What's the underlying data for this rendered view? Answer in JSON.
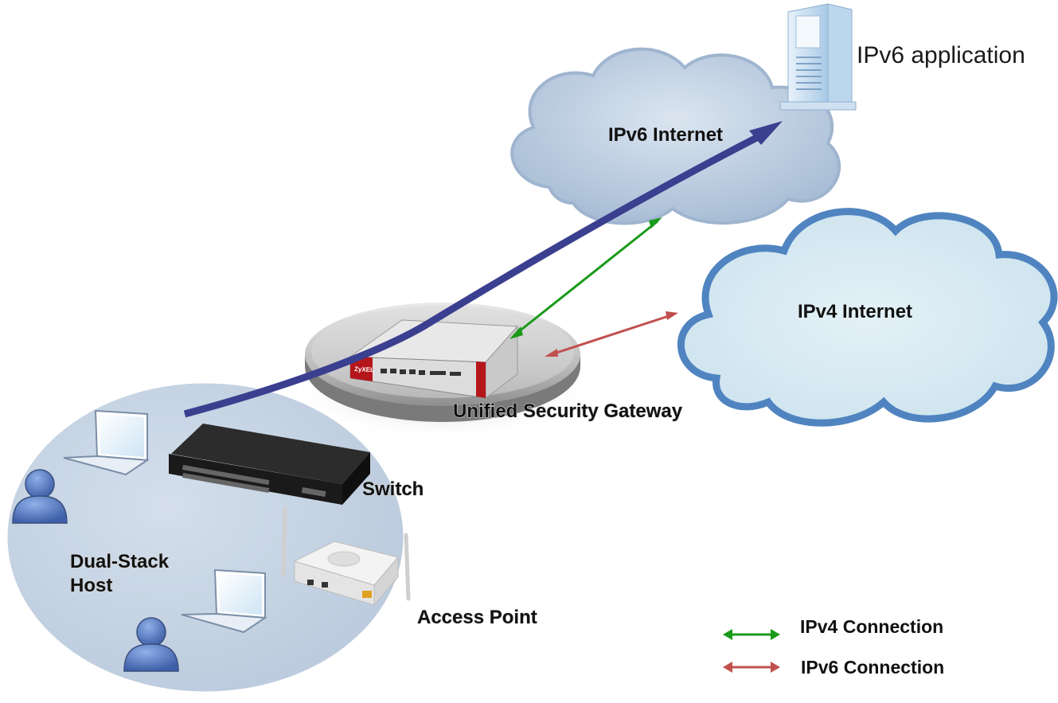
{
  "labels": {
    "ipv6_application": "IPv6 application",
    "ipv6_internet": "IPv6 Internet",
    "ipv4_internet": "IPv4 Internet",
    "unified_security_gateway": "Unified Security Gateway",
    "switch": "Switch",
    "dual_stack_host_line1": "Dual-Stack",
    "dual_stack_host_line2": "Host",
    "access_point": "Access Point",
    "gateway_brand": "ZyXEL"
  },
  "legend": [
    {
      "label": "IPv4 Connection",
      "color": "#1a9a1a"
    },
    {
      "label": "IPv6 Connection",
      "color": "#c0504d"
    }
  ],
  "colors": {
    "ipv6_path": "#3b3f8f",
    "ipv4_connection": "#1a9a1a",
    "ipv6_connection": "#c0504d",
    "ipv6_cloud_fill": "#c9d7e6",
    "ipv6_cloud_edge": "#9fb5cf",
    "ipv4_cloud_fill": "#d6e9f2",
    "ipv4_cloud_edge": "#4f84c0",
    "lan_ellipse": "#c5d3e3",
    "gateway_red": "#b5161b",
    "user_icon": "#5f7fbf"
  }
}
